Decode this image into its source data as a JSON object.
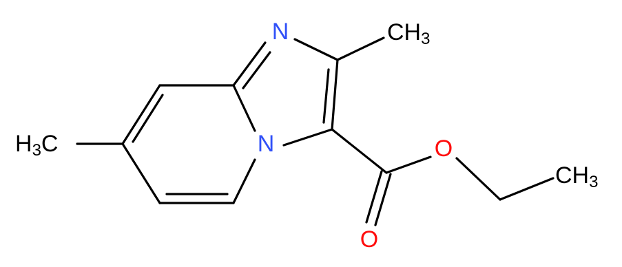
{
  "molecule": {
    "atoms": {
      "n_imine": {
        "text": "N",
        "color": "#3050f8"
      },
      "n_bridge": {
        "text": "N",
        "color": "#3050f8"
      },
      "o_ester": {
        "text": "O",
        "color": "#ff0d0d"
      },
      "o_carbonyl": {
        "text": "O",
        "color": "#ff0d0d"
      },
      "ch3_top": {
        "main": "CH",
        "sub": "3",
        "color": "#000000"
      },
      "h3c_left": {
        "main": "H",
        "sub": "3",
        "tail": "C",
        "color": "#000000"
      },
      "ch3_right": {
        "main": "CH",
        "sub": "3",
        "color": "#000000"
      }
    },
    "colors": {
      "bond": "#000000",
      "nitrogen": "#3050f8",
      "oxygen": "#ff0d0d"
    }
  }
}
